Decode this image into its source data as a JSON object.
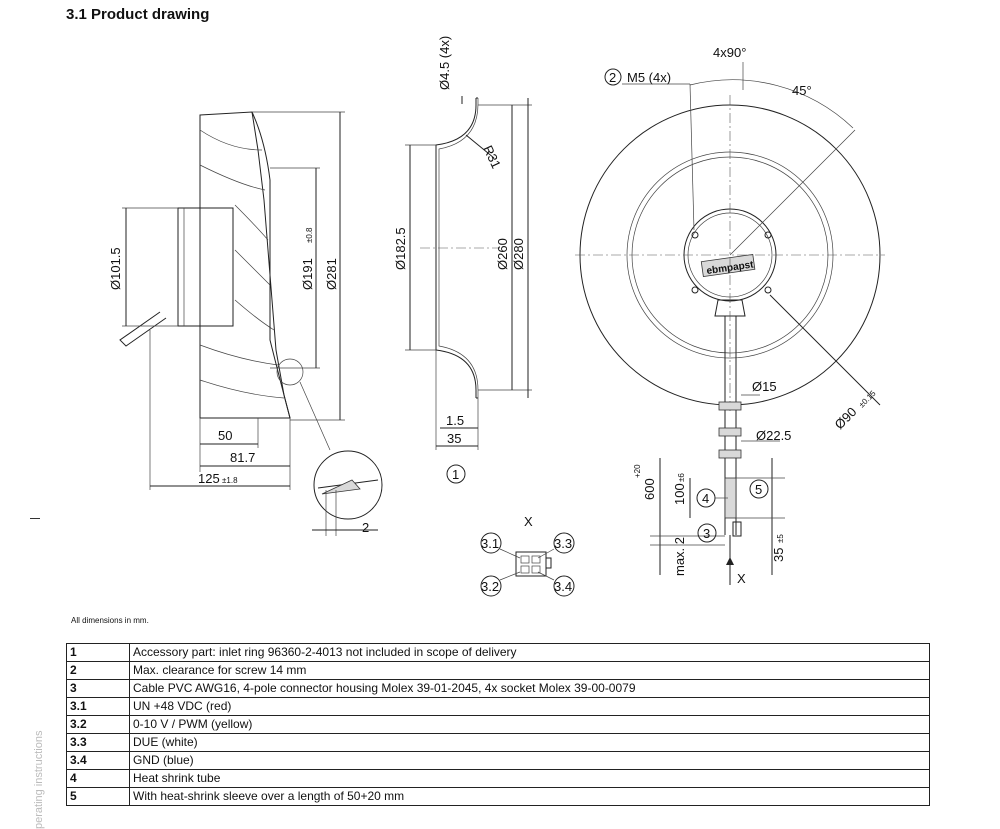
{
  "heading": "3.1 Product drawing",
  "side_label": "perating instructions",
  "note": "All dimensions in mm.",
  "dims": {
    "d101": "Ø101.5",
    "d191": "Ø191",
    "d191tol": "±0.8",
    "d281": "Ø281",
    "w50": "50",
    "w817": "81.7",
    "w125": "125",
    "w125tol": "±1.8",
    "w2": "2",
    "d45": "Ø4.5 (4x)",
    "r31": "R31",
    "d1825": "Ø182.5",
    "d260": "Ø260",
    "d280": "Ø280",
    "w15": "1.5",
    "w35": "35",
    "ang4x90": "4x90°",
    "ang45": "45°",
    "m5": "M5 (4x)",
    "d90": "Ø90",
    "d90tol": "±0.15",
    "d15": "Ø15",
    "d225": "Ø22.5",
    "l600": "600",
    "l600tol": "+20",
    "l100": "100",
    "l100tol": "±6",
    "max2": "max. 2",
    "l35": "35",
    "l35tol": "±5",
    "x": "X",
    "brand": "ebmpapst"
  },
  "callouts": {
    "c1": "1",
    "c2": "2",
    "c3": "3",
    "c4": "4",
    "c5": "5",
    "c31": "3.1",
    "c32": "3.2",
    "c33": "3.3",
    "c34": "3.4"
  },
  "legend": [
    {
      "key": "1",
      "text": "Accessory part: inlet ring 96360-2-4013 not included in scope of delivery"
    },
    {
      "key": "2",
      "text": "Max. clearance for screw 14 mm"
    },
    {
      "key": "3",
      "text": "Cable PVC AWG16, 4-pole connector housing Molex 39-01-2045, 4x socket Molex 39-00-0079"
    },
    {
      "key": "3.1",
      "text": "UN +48 VDC (red)"
    },
    {
      "key": "3.2",
      "text": "0-10 V / PWM (yellow)"
    },
    {
      "key": "3.3",
      "text": "DUE (white)"
    },
    {
      "key": "3.4",
      "text": "GND (blue)"
    },
    {
      "key": "4",
      "text": "Heat shrink tube"
    },
    {
      "key": "5",
      "text": "With heat-shrink sleeve over a length of 50+20 mm"
    }
  ]
}
